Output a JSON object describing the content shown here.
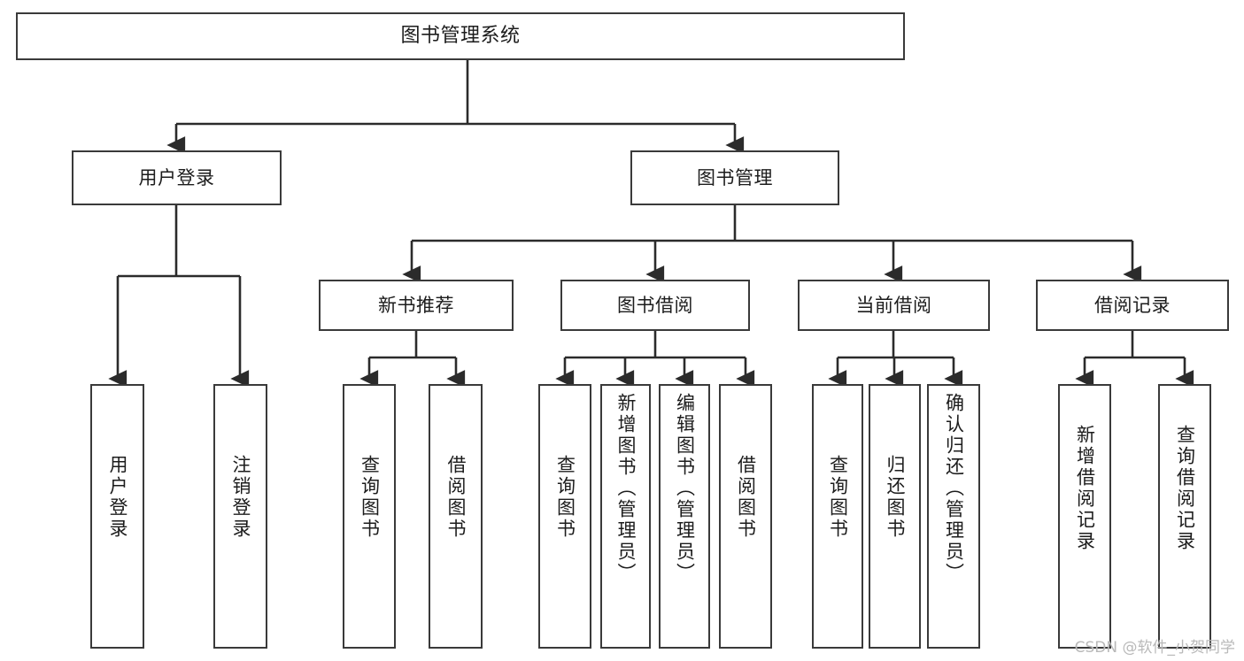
{
  "diagram": {
    "title": "图书管理系统",
    "type": "function-structure-tree",
    "orientation": "top-down",
    "box_border_color": "#3a3a3a",
    "box_fill_color": "#ffffff",
    "connector_color": "#2b2b2b",
    "text_color": "#1c1c1c"
  },
  "watermark": {
    "text": "CSDN @软件_小贺同学",
    "color": "#b9b9b9"
  },
  "nodes": {
    "root": {
      "label": "图书管理系统",
      "level": 0
    },
    "level1": [
      {
        "id": "user-login",
        "label": "用户登录"
      },
      {
        "id": "book-management",
        "label": "图书管理"
      }
    ],
    "level2": [
      {
        "id": "new-book-recommend",
        "label": "新书推荐",
        "parent": "book-management"
      },
      {
        "id": "book-borrow",
        "label": "图书借阅",
        "parent": "book-management"
      },
      {
        "id": "current-borrow",
        "label": "当前借阅",
        "parent": "book-management"
      },
      {
        "id": "borrow-record",
        "label": "借阅记录",
        "parent": "book-management"
      }
    ],
    "leaves": [
      {
        "id": "leaf-user-login",
        "label": "用户登录",
        "parent": "user-login"
      },
      {
        "id": "leaf-logout-login",
        "label": "注销登录",
        "parent": "user-login"
      },
      {
        "id": "leaf-query-book-1",
        "label": "查询图书",
        "parent": "new-book-recommend"
      },
      {
        "id": "leaf-borrow-book-1",
        "label": "借阅图书",
        "parent": "new-book-recommend"
      },
      {
        "id": "leaf-query-book-2",
        "label": "查询图书",
        "parent": "book-borrow"
      },
      {
        "id": "leaf-add-book",
        "label": "新增图书（管理员）",
        "parent": "book-borrow"
      },
      {
        "id": "leaf-edit-book",
        "label": "编辑图书（管理员）",
        "parent": "book-borrow"
      },
      {
        "id": "leaf-borrow-book-2",
        "label": "借阅图书",
        "parent": "book-borrow"
      },
      {
        "id": "leaf-query-book-3",
        "label": "查询图书",
        "parent": "current-borrow"
      },
      {
        "id": "leaf-return-book",
        "label": "归还图书",
        "parent": "current-borrow"
      },
      {
        "id": "leaf-confirm-return",
        "label": "确认归还（管理员）",
        "parent": "current-borrow"
      },
      {
        "id": "leaf-add-record",
        "label": "新增借阅记录",
        "parent": "borrow-record"
      },
      {
        "id": "leaf-query-record",
        "label": "查询借阅记录",
        "parent": "borrow-record"
      }
    ]
  }
}
